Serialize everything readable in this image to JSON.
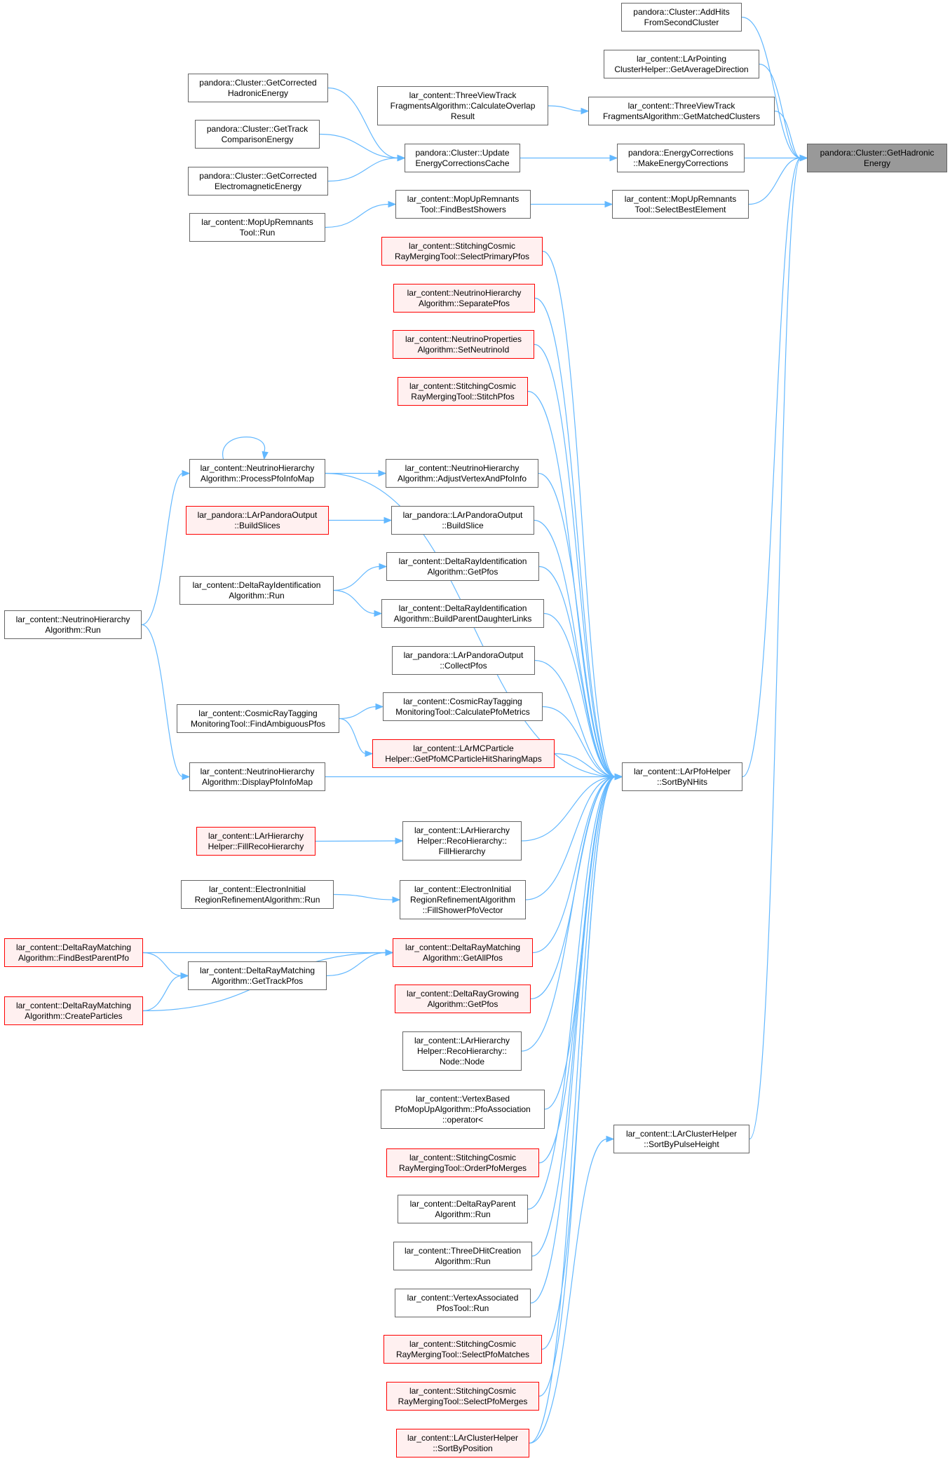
{
  "graph": {
    "colors": {
      "edge": "#63b8ff",
      "node_border": "#666666",
      "node_fill": "#ffffff",
      "truncated_border": "#ff0000",
      "truncated_fill": "#fff0f0",
      "focus_fill": "#999999"
    },
    "nodes": [
      {
        "id": "n_gethadronic",
        "style": "focus",
        "lines": [
          "pandora::Cluster::GetHadronic",
          "Energy"
        ]
      },
      {
        "id": "n_addhits",
        "style": "normal",
        "lines": [
          "pandora::Cluster::AddHits",
          "FromSecondCluster"
        ]
      },
      {
        "id": "n_avgdir",
        "style": "normal",
        "lines": [
          "lar_content::LArPointing",
          "ClusterHelper::GetAverageDirection"
        ]
      },
      {
        "id": "n_calcoverlap",
        "style": "normal",
        "lines": [
          "lar_content::ThreeViewTrack",
          "FragmentsAlgorithm::CalculateOverlap",
          "Result"
        ]
      },
      {
        "id": "n_getmatched",
        "style": "normal",
        "lines": [
          "lar_content::ThreeViewTrack",
          "FragmentsAlgorithm::GetMatchedClusters"
        ]
      },
      {
        "id": "n_corrhad",
        "style": "normal",
        "lines": [
          "pandora::Cluster::GetCorrected",
          "HadronicEnergy"
        ]
      },
      {
        "id": "n_trackcomp",
        "style": "normal",
        "lines": [
          "pandora::Cluster::GetTrack",
          "ComparisonEnergy"
        ]
      },
      {
        "id": "n_updatecache",
        "style": "normal",
        "lines": [
          "pandora::Cluster::Update",
          "EnergyCorrectionsCache"
        ]
      },
      {
        "id": "n_makecorr",
        "style": "normal",
        "lines": [
          "pandora::EnergyCorrections",
          "::MakeEnergyCorrections"
        ]
      },
      {
        "id": "n_correm",
        "style": "normal",
        "lines": [
          "pandora::Cluster::GetCorrected",
          "ElectromagneticEnergy"
        ]
      },
      {
        "id": "n_findbest",
        "style": "normal",
        "lines": [
          "lar_content::MopUpRemnants",
          "Tool::FindBestShowers"
        ]
      },
      {
        "id": "n_selbest",
        "style": "normal",
        "lines": [
          "lar_content::MopUpRemnants",
          "Tool::SelectBestElement"
        ]
      },
      {
        "id": "n_mopuprun",
        "style": "normal",
        "lines": [
          "lar_content::MopUpRemnants",
          "Tool::Run"
        ]
      },
      {
        "id": "n_selprim",
        "style": "red",
        "lines": [
          "lar_content::StitchingCosmic",
          "RayMergingTool::SelectPrimaryPfos"
        ]
      },
      {
        "id": "n_seppfos",
        "style": "red",
        "lines": [
          "lar_content::NeutrinoHierarchy",
          "Algorithm::SeparatePfos"
        ]
      },
      {
        "id": "n_setnuid",
        "style": "red",
        "lines": [
          "lar_content::NeutrinoProperties",
          "Algorithm::SetNeutrinoId"
        ]
      },
      {
        "id": "n_stitchpfos",
        "style": "red",
        "lines": [
          "lar_content::StitchingCosmic",
          "RayMergingTool::StitchPfos"
        ]
      },
      {
        "id": "n_procpfo",
        "style": "normal",
        "lines": [
          "lar_content::NeutrinoHierarchy",
          "Algorithm::ProcessPfoInfoMap"
        ]
      },
      {
        "id": "n_adjvtx",
        "style": "normal",
        "lines": [
          "lar_content::NeutrinoHierarchy",
          "Algorithm::AdjustVertexAndPfoInfo"
        ]
      },
      {
        "id": "n_buildslices",
        "style": "red",
        "lines": [
          "lar_pandora::LArPandoraOutput",
          "::BuildSlices"
        ]
      },
      {
        "id": "n_buildslice",
        "style": "normal",
        "lines": [
          "lar_pandora::LArPandoraOutput",
          "::BuildSlice"
        ]
      },
      {
        "id": "n_drid_getpfos",
        "style": "normal",
        "lines": [
          "lar_content::DeltaRayIdentification",
          "Algorithm::GetPfos"
        ]
      },
      {
        "id": "n_drid_run",
        "style": "normal",
        "lines": [
          "lar_content::DeltaRayIdentification",
          "Algorithm::Run"
        ]
      },
      {
        "id": "n_drid_build",
        "style": "normal",
        "lines": [
          "lar_content::DeltaRayIdentification",
          "Algorithm::BuildParentDaughterLinks"
        ]
      },
      {
        "id": "n_nh_run",
        "style": "normal",
        "lines": [
          "lar_content::NeutrinoHierarchy",
          "Algorithm::Run"
        ]
      },
      {
        "id": "n_collect",
        "style": "normal",
        "lines": [
          "lar_pandora::LArPandoraOutput",
          "::CollectPfos"
        ]
      },
      {
        "id": "n_crt_calc",
        "style": "normal",
        "lines": [
          "lar_content::CosmicRayTagging",
          "MonitoringTool::CalculatePfoMetrics"
        ]
      },
      {
        "id": "n_crt_find",
        "style": "normal",
        "lines": [
          "lar_content::CosmicRayTagging",
          "MonitoringTool::FindAmbiguousPfos"
        ]
      },
      {
        "id": "n_mcp",
        "style": "red",
        "lines": [
          "lar_content::LArMCParticle",
          "Helper::GetPfoMCParticleHitSharingMaps"
        ]
      },
      {
        "id": "n_display",
        "style": "normal",
        "lines": [
          "lar_content::NeutrinoHierarchy",
          "Algorithm::DisplayPfoInfoMap"
        ]
      },
      {
        "id": "n_sortnhits",
        "style": "normal",
        "lines": [
          "lar_content::LArPfoHelper",
          "::SortByNHits"
        ]
      },
      {
        "id": "n_fillreco_red",
        "style": "red",
        "lines": [
          "lar_content::LArHierarchy",
          "Helper::FillRecoHierarchy"
        ]
      },
      {
        "id": "n_fillreco",
        "style": "normal",
        "lines": [
          "lar_content::LArHierarchy",
          "Helper::RecoHierarchy::",
          "FillHierarchy"
        ]
      },
      {
        "id": "n_eir_run",
        "style": "normal",
        "lines": [
          "lar_content::ElectronInitial",
          "RegionRefinementAlgorithm::Run"
        ]
      },
      {
        "id": "n_eir_fill",
        "style": "normal",
        "lines": [
          "lar_content::ElectronInitial",
          "RegionRefinementAlgorithm",
          "::FillShowerPfoVector"
        ]
      },
      {
        "id": "n_drm_findbest",
        "style": "red",
        "lines": [
          "lar_content::DeltaRayMatching",
          "Algorithm::FindBestParentPfo"
        ]
      },
      {
        "id": "n_drm_getall",
        "style": "red",
        "lines": [
          "lar_content::DeltaRayMatching",
          "Algorithm::GetAllPfos"
        ]
      },
      {
        "id": "n_drm_gettrack",
        "style": "normal",
        "lines": [
          "lar_content::DeltaRayMatching",
          "Algorithm::GetTrackPfos"
        ]
      },
      {
        "id": "n_drm_create",
        "style": "red",
        "lines": [
          "lar_content::DeltaRayMatching",
          "Algorithm::CreateParticles"
        ]
      },
      {
        "id": "n_drg_getpfos",
        "style": "red",
        "lines": [
          "lar_content::DeltaRayGrowing",
          "Algorithm::GetPfos"
        ]
      },
      {
        "id": "n_node",
        "style": "normal",
        "lines": [
          "lar_content::LArHierarchy",
          "Helper::RecoHierarchy::",
          "Node::Node"
        ]
      },
      {
        "id": "n_vtxbased",
        "style": "normal",
        "lines": [
          "lar_content::VertexBased",
          "PfoMopUpAlgorithm::PfoAssociation",
          "::operator<"
        ]
      },
      {
        "id": "n_orderpfo",
        "style": "red",
        "lines": [
          "lar_content::StitchingCosmic",
          "RayMergingTool::OrderPfoMerges"
        ]
      },
      {
        "id": "n_sortpulse",
        "style": "normal",
        "lines": [
          "lar_content::LArClusterHelper",
          "::SortByPulseHeight"
        ]
      },
      {
        "id": "n_drp_run",
        "style": "normal",
        "lines": [
          "lar_content::DeltaRayParent",
          "Algorithm::Run"
        ]
      },
      {
        "id": "n_3dhit_run",
        "style": "normal",
        "lines": [
          "lar_content::ThreeDHitCreation",
          "Algorithm::Run"
        ]
      },
      {
        "id": "n_vtxassoc_run",
        "style": "normal",
        "lines": [
          "lar_content::VertexAssociated",
          "PfosTool::Run"
        ]
      },
      {
        "id": "n_selpfomatch",
        "style": "red",
        "lines": [
          "lar_content::StitchingCosmic",
          "RayMergingTool::SelectPfoMatches"
        ]
      },
      {
        "id": "n_selpfomerge",
        "style": "red",
        "lines": [
          "lar_content::StitchingCosmic",
          "RayMergingTool::SelectPfoMerges"
        ]
      },
      {
        "id": "n_sortpos",
        "style": "red",
        "lines": [
          "lar_content::LArClusterHelper",
          "::SortByPosition"
        ]
      }
    ],
    "edges": [
      {
        "from": "n_addhits",
        "to": "n_gethadronic"
      },
      {
        "from": "n_avgdir",
        "to": "n_gethadronic"
      },
      {
        "from": "n_getmatched",
        "to": "n_gethadronic"
      },
      {
        "from": "n_makecorr",
        "to": "n_gethadronic"
      },
      {
        "from": "n_selbest",
        "to": "n_gethadronic"
      },
      {
        "from": "n_sortnhits",
        "to": "n_gethadronic"
      },
      {
        "from": "n_sortpulse",
        "to": "n_gethadronic"
      },
      {
        "from": "n_calcoverlap",
        "to": "n_getmatched"
      },
      {
        "from": "n_corrhad",
        "to": "n_updatecache"
      },
      {
        "from": "n_trackcomp",
        "to": "n_updatecache"
      },
      {
        "from": "n_correm",
        "to": "n_updatecache"
      },
      {
        "from": "n_updatecache",
        "to": "n_makecorr"
      },
      {
        "from": "n_findbest",
        "to": "n_selbest"
      },
      {
        "from": "n_mopuprun",
        "to": "n_findbest"
      },
      {
        "from": "n_selprim",
        "to": "n_sortnhits"
      },
      {
        "from": "n_seppfos",
        "to": "n_sortnhits"
      },
      {
        "from": "n_setnuid",
        "to": "n_sortnhits"
      },
      {
        "from": "n_stitchpfos",
        "to": "n_sortnhits"
      },
      {
        "from": "n_procpfo",
        "to": "n_sortnhits"
      },
      {
        "from": "n_procpfo",
        "to": "n_procpfo"
      },
      {
        "from": "n_procpfo",
        "to": "n_adjvtx"
      },
      {
        "from": "n_adjvtx",
        "to": "n_sortnhits"
      },
      {
        "from": "n_buildslices",
        "to": "n_buildslice"
      },
      {
        "from": "n_buildslice",
        "to": "n_sortnhits"
      },
      {
        "from": "n_drid_getpfos",
        "to": "n_sortnhits"
      },
      {
        "from": "n_drid_run",
        "to": "n_drid_getpfos"
      },
      {
        "from": "n_drid_run",
        "to": "n_drid_build"
      },
      {
        "from": "n_drid_build",
        "to": "n_sortnhits"
      },
      {
        "from": "n_nh_run",
        "to": "n_procpfo"
      },
      {
        "from": "n_nh_run",
        "to": "n_display"
      },
      {
        "from": "n_collect",
        "to": "n_sortnhits"
      },
      {
        "from": "n_crt_calc",
        "to": "n_sortnhits"
      },
      {
        "from": "n_crt_find",
        "to": "n_crt_calc"
      },
      {
        "from": "n_crt_find",
        "to": "n_mcp"
      },
      {
        "from": "n_mcp",
        "to": "n_sortnhits"
      },
      {
        "from": "n_display",
        "to": "n_sortnhits"
      },
      {
        "from": "n_fillreco_red",
        "to": "n_fillreco"
      },
      {
        "from": "n_fillreco",
        "to": "n_sortnhits"
      },
      {
        "from": "n_eir_run",
        "to": "n_eir_fill"
      },
      {
        "from": "n_eir_fill",
        "to": "n_sortnhits"
      },
      {
        "from": "n_drm_findbest",
        "to": "n_drm_getall"
      },
      {
        "from": "n_drm_findbest",
        "to": "n_drm_gettrack"
      },
      {
        "from": "n_drm_gettrack",
        "to": "n_drm_getall"
      },
      {
        "from": "n_drm_create",
        "to": "n_drm_gettrack"
      },
      {
        "from": "n_drm_create",
        "to": "n_drm_getall"
      },
      {
        "from": "n_drm_getall",
        "to": "n_sortnhits"
      },
      {
        "from": "n_drg_getpfos",
        "to": "n_sortnhits"
      },
      {
        "from": "n_node",
        "to": "n_sortnhits"
      },
      {
        "from": "n_vtxbased",
        "to": "n_sortnhits"
      },
      {
        "from": "n_orderpfo",
        "to": "n_sortnhits"
      },
      {
        "from": "n_drp_run",
        "to": "n_sortnhits"
      },
      {
        "from": "n_3dhit_run",
        "to": "n_sortnhits"
      },
      {
        "from": "n_vtxassoc_run",
        "to": "n_sortnhits"
      },
      {
        "from": "n_selpfomatch",
        "to": "n_sortnhits"
      },
      {
        "from": "n_selpfomerge",
        "to": "n_sortnhits"
      },
      {
        "from": "n_sortpos",
        "to": "n_sortnhits"
      },
      {
        "from": "n_sortpos",
        "to": "n_sortpulse"
      }
    ]
  }
}
